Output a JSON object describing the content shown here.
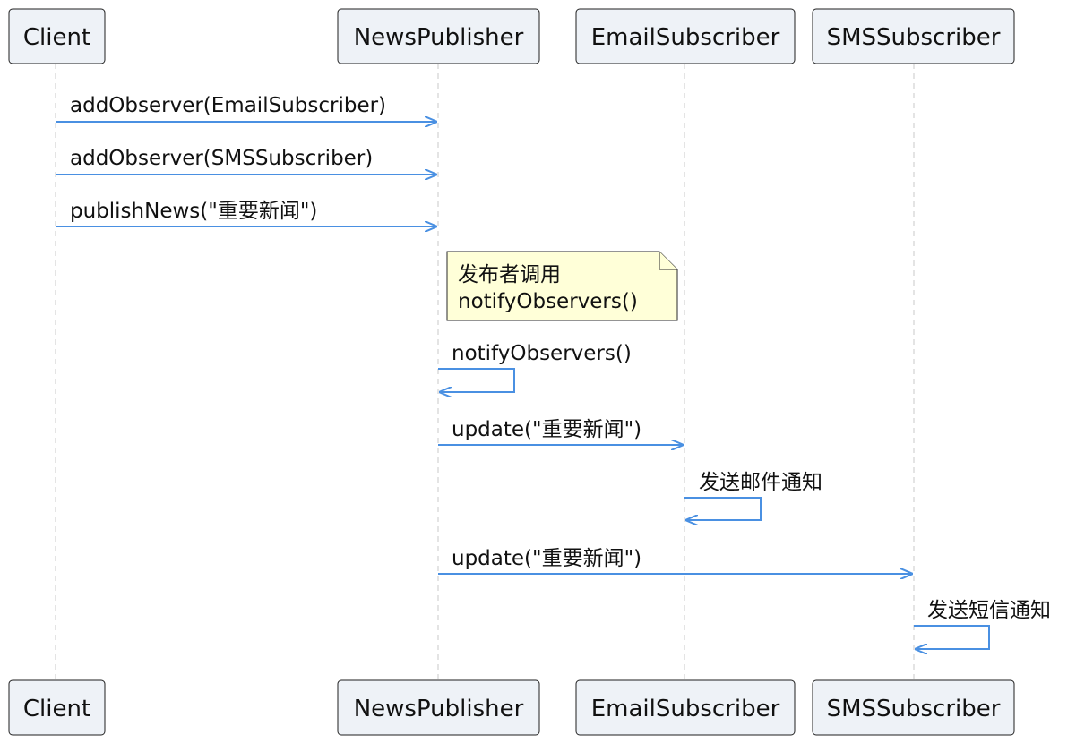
{
  "participants": [
    {
      "id": "client",
      "label": "Client"
    },
    {
      "id": "newspublisher",
      "label": "NewsPublisher"
    },
    {
      "id": "emailsubscriber",
      "label": "EmailSubscriber"
    },
    {
      "id": "smssubscriber",
      "label": "SMSSubscriber"
    }
  ],
  "messages": [
    {
      "from": "client",
      "to": "newspublisher",
      "label": "addObserver(EmailSubscriber)"
    },
    {
      "from": "client",
      "to": "newspublisher",
      "label": "addObserver(SMSSubscriber)"
    },
    {
      "from": "client",
      "to": "newspublisher",
      "label": "publishNews(\"重要新闻\")"
    },
    {
      "from": "newspublisher",
      "to": "newspublisher",
      "label": "notifyObservers()"
    },
    {
      "from": "newspublisher",
      "to": "emailsubscriber",
      "label": "update(\"重要新闻\")"
    },
    {
      "from": "emailsubscriber",
      "to": "emailsubscriber",
      "label": "发送邮件通知"
    },
    {
      "from": "newspublisher",
      "to": "smssubscriber",
      "label": "update(\"重要新闻\")"
    },
    {
      "from": "smssubscriber",
      "to": "smssubscriber",
      "label": "发送短信通知"
    }
  ],
  "note": {
    "attached_to": "newspublisher",
    "lines": [
      "发布者调用",
      "notifyObservers()"
    ]
  },
  "colors": {
    "message_line": "#4a90e2",
    "participant_fill": "#eef2f7",
    "note_fill": "#ffffd8"
  }
}
